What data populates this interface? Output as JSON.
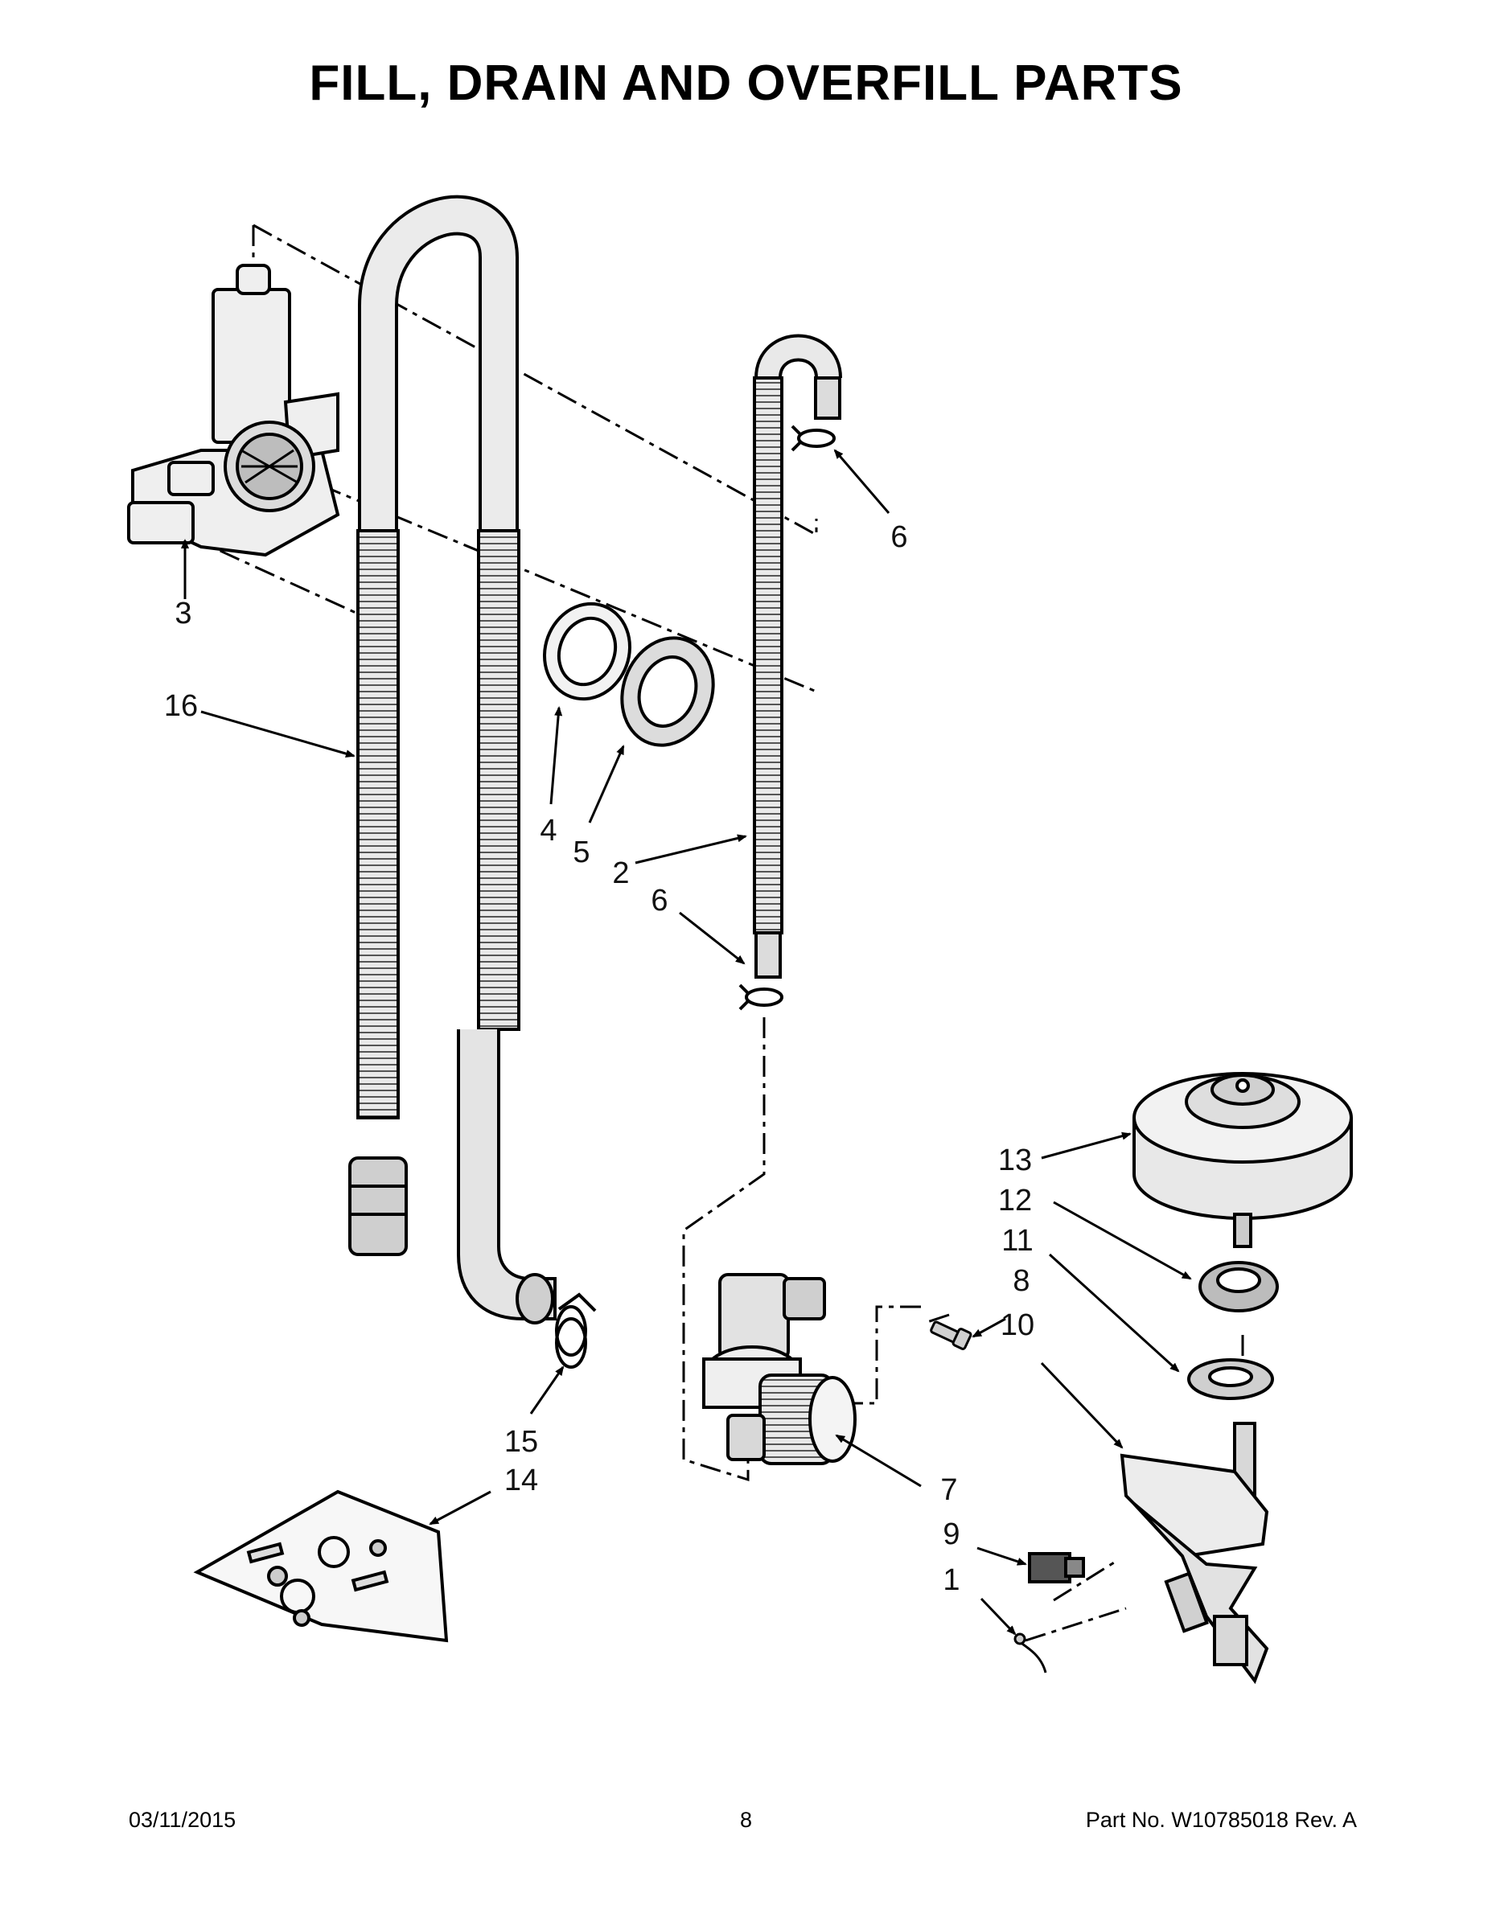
{
  "title": "FILL, DRAIN AND OVERFILL PARTS",
  "callouts": {
    "c1": "1",
    "c2": "2",
    "c3": "3",
    "c4": "4",
    "c5": "5",
    "c6a": "6",
    "c6b": "6",
    "c7": "7",
    "c8": "8",
    "c9": "9",
    "c10": "10",
    "c11": "11",
    "c12": "12",
    "c13": "13",
    "c14": "14",
    "c15": "15",
    "c16": "16"
  },
  "footer": {
    "date": "03/11/2015",
    "page": "8",
    "part_no": "Part No.  W10785018  Rev.  A"
  }
}
